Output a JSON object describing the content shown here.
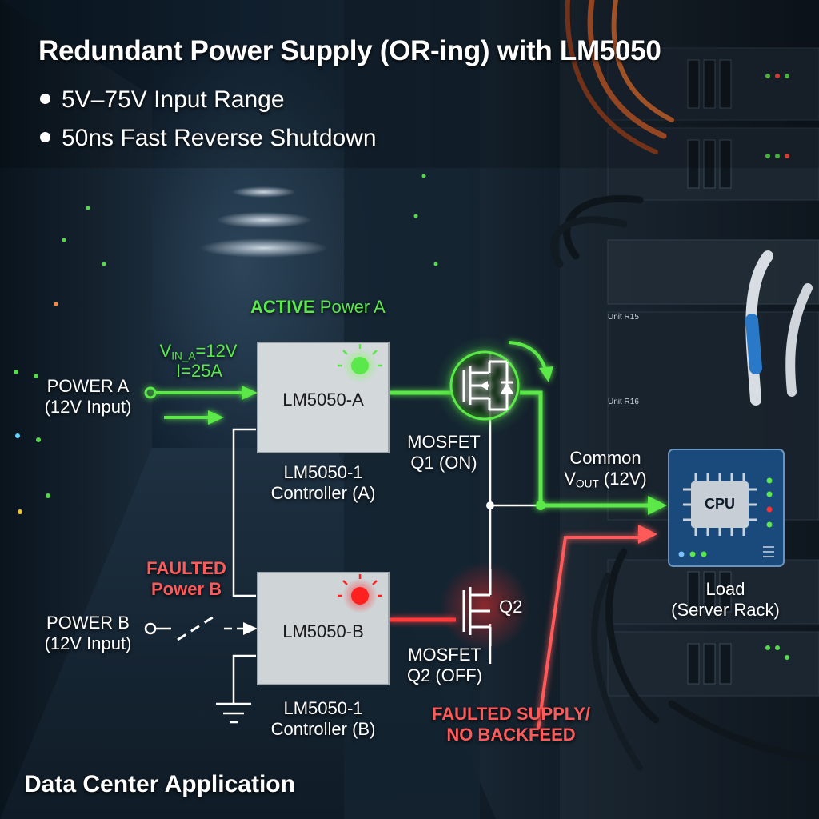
{
  "title": "Redundant Power Supply (OR-ing) with LM5050",
  "bullets": [
    "5V–75V Input Range",
    "50ns Fast Reverse Shutdown"
  ],
  "active_label": {
    "bold": "ACTIVE",
    "rest": " Power A"
  },
  "vin": {
    "main": "V",
    "sub": "IN_A",
    "eq": "=12V"
  },
  "current": "I=25A",
  "power_a": {
    "line1": "POWER A",
    "line2": "(12V Input)"
  },
  "power_b": {
    "line1": "POWER B",
    "line2": "(12V Input)"
  },
  "faulted_label": {
    "line1": "FAULTED",
    "line2": "Power B"
  },
  "controller_a": {
    "chip": "LM5050-A",
    "line1": "LM5050-1",
    "line2": "Controller (A)"
  },
  "controller_b": {
    "chip": "LM5050-B",
    "line1": "LM5050-1",
    "line2": "Controller (B)"
  },
  "mosfet_q1": {
    "line1": "MOSFET",
    "line2": "Q1 (ON)"
  },
  "mosfet_q2": {
    "line1": "MOSFET",
    "line2": "Q2 (OFF)",
    "tag": "Q2"
  },
  "common_vout": {
    "line1": "Common",
    "main": "V",
    "sub": "OUT",
    "rest": " (12V)"
  },
  "load": {
    "chip": "CPU",
    "line1": "Load",
    "line2": "(Server Rack)"
  },
  "fault_note": {
    "line1": "FAULTED SUPPLY/",
    "line2": "NO BACKFEED"
  },
  "rack_units": [
    "Unit R15",
    "Unit R16"
  ],
  "footer": "Data Center Application",
  "colors": {
    "active": "#5be84a",
    "fault": "#ff3b3b",
    "wire": "#ffffff",
    "controller_fill": "#d3d8db"
  }
}
